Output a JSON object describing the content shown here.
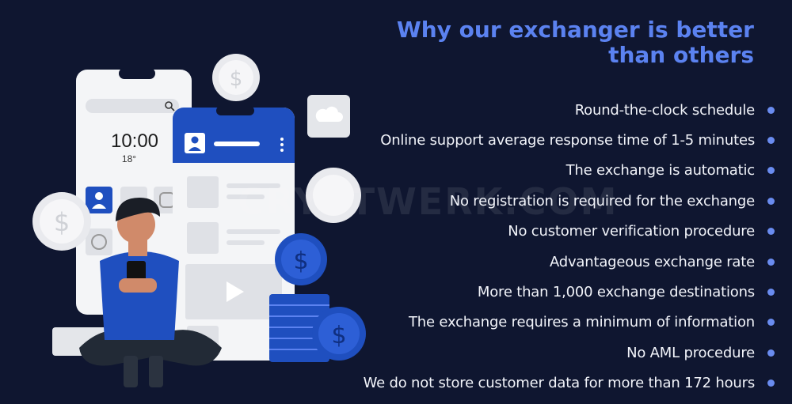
{
  "title": {
    "line1": "Why our exchanger is better",
    "line2": "than others"
  },
  "features": [
    "Round-the-clock schedule",
    "Online support average response time of 1-5 minutes",
    "The exchange is automatic",
    "No registration is required for the exchange",
    "No customer verification procedure",
    "Advantageous exchange rate",
    "More than 1,000 exchange destinations",
    "The exchange requires a minimum of information",
    "No AML procedure",
    "We do not store customer data for more than 172 hours"
  ],
  "phone": {
    "time": "10:00",
    "temperature": "18°"
  },
  "watermark": "CRYPTWERK.COM",
  "icons": [
    "search-icon",
    "cloud-icon",
    "user-icon",
    "whatsapp-icon",
    "instagram-icon",
    "dollar-coin-icon",
    "play-icon",
    "menu-dots-icon"
  ],
  "colors": {
    "background": "#0f1630",
    "accent": "#5b82f0",
    "brand_blue": "#1f4fbf",
    "text": "#f2f4fa"
  }
}
